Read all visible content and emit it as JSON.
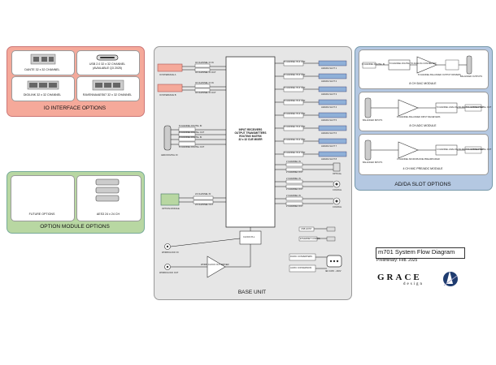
{
  "io_panel": {
    "title": "IO INTERFACE OPTIONS",
    "cards": [
      {
        "label": "DANTE 32 x 32 CHANNEL"
      },
      {
        "label": "USB 2.0 32 x 32 CHANNEL",
        "sub": "(AVAILABLE Q3 2025)"
      },
      {
        "label": "DIGILINK 32 x 32 CHANNEL"
      },
      {
        "label": "RAVENNA/AES67 32 x 32 CHANNEL"
      }
    ]
  },
  "option_panel": {
    "title": "OPTION MODULE OPTIONS",
    "cards": [
      {
        "label": "FUTURE OPTIONS"
      },
      {
        "label": "AES3 24 x 24 CH"
      }
    ]
  },
  "base_unit": {
    "title": "BASE UNIT",
    "matrix_lines": [
      "INPUT RECEIVERS",
      "OUTPUT TRANSMITTERS",
      "ROUTING MATRIX",
      "32 x 32 CUE MIXER"
    ],
    "io_interface_a": "IO INTERFACE A",
    "io_interface_b": "IO INTERFACE B",
    "aes3_digital_io": "AES3 DIGITAL IO",
    "option_module": "OPTION MODULE",
    "wordclock_in": "WORDCLOCK IN",
    "wordclock_out": "WORDCLOCK OUT",
    "clock_pll": "CLOCK PLL",
    "word_clock_out_driver": "WORD CLOCK OUT DRIVER",
    "usb_host": "USB HOST",
    "ethernet_comms": "ETHERNET COMMS",
    "dc_dc_converters": "DC/DC CONVERTERS",
    "ac_dc_converter": "AC/DC CONVERSION",
    "iec_label": "IEC 100V - 240V",
    "optical": "OPTICAL",
    "coaxial": "COAXIAL",
    "left_labels_a": [
      "32 CHANNEL IO IN",
      "32 CHANNEL IO OUT"
    ],
    "left_labels_b": [
      "32 CHANNEL IO IN",
      "32 CHANNEL IO OUT"
    ],
    "aes_labels": [
      "8 CHANNEL DIGITAL IN",
      "8 CHANNEL DIGITAL OUT",
      "8 CHANNEL DIGITAL IN",
      "8 CHANNEL DIGITAL OUT"
    ],
    "opt_labels": [
      "24 CHANNEL IN",
      "24 CHANNEL OUT"
    ],
    "right_labels": [
      "8 CHANNEL IN & OUT",
      "8 CHANNEL IN & OUT",
      "8 CHANNEL IN & OUT",
      "8 CHANNEL IN & OUT",
      "8 CHANNEL IN & OUT",
      "8 CHANNEL IN & OUT",
      "8 CHANNEL IN & OUT",
      "8 CHANNEL IN & OUT"
    ],
    "slot_labels": [
      "ADA/DA SLOT 1",
      "ADA/DA SLOT 2",
      "ADA/DA SLOT 3",
      "ADA/DA SLOT 4",
      "ADA/DA SLOT 5",
      "ADA/DA SLOT 6",
      "ADA/DA SLOT 7",
      "ADA/DA SLOT 8"
    ],
    "digital_labels": [
      "2 CHANNEL IN",
      "2 CHANNEL OUT",
      "2 CHANNEL IN",
      "2 CHANNEL OUT",
      "2 CHANNEL IN",
      "2 CHANNEL OUT"
    ]
  },
  "adda_panel": {
    "title": "AD/DA SLOT OPTIONS",
    "modules": [
      {
        "label": "8 CH DAC MODULE",
        "left": "8 CHANNEL DIGITAL IN",
        "mid": "8 CHANNEL DIGITAL TO ANALOG CONVERTER",
        "amp": "8 CHANNEL BALANCED OUTPUT DRIVERS",
        "right": "BALANCED OUTPUTS"
      },
      {
        "label": "8 CH ADC MODULE",
        "left": "BALANCED INPUTS",
        "mid": "8 CHANNEL BALANCED INPUT RECEIVERS",
        "amp": "8 CHANNEL ANALOG TO DIGITAL CONVERTER",
        "right": "8 CHANNEL DIGITAL OUT"
      },
      {
        "label": "4 CH MIC PRE/ADC MODULE",
        "left": "BALANCED INPUTS",
        "mid": "4 CHANNEL MICROPHONE PREAMPLIFIER",
        "amp": "4 CHANNEL ANALOG TO DIGITAL CONVERTER",
        "right": "4 CHANNEL DIGITAL OUT"
      }
    ]
  },
  "legend": {
    "title": "m701 System Flow Diagram",
    "subtitle": "Preliminary: Feb. 2025"
  },
  "logo": {
    "word": "GRACE",
    "sub": "design"
  },
  "colors": {
    "io_panel": "#f5a99a",
    "option_panel": "#b8d7a2",
    "base_panel": "#e6e6e6",
    "adda_panel": "#b4c8e2"
  }
}
